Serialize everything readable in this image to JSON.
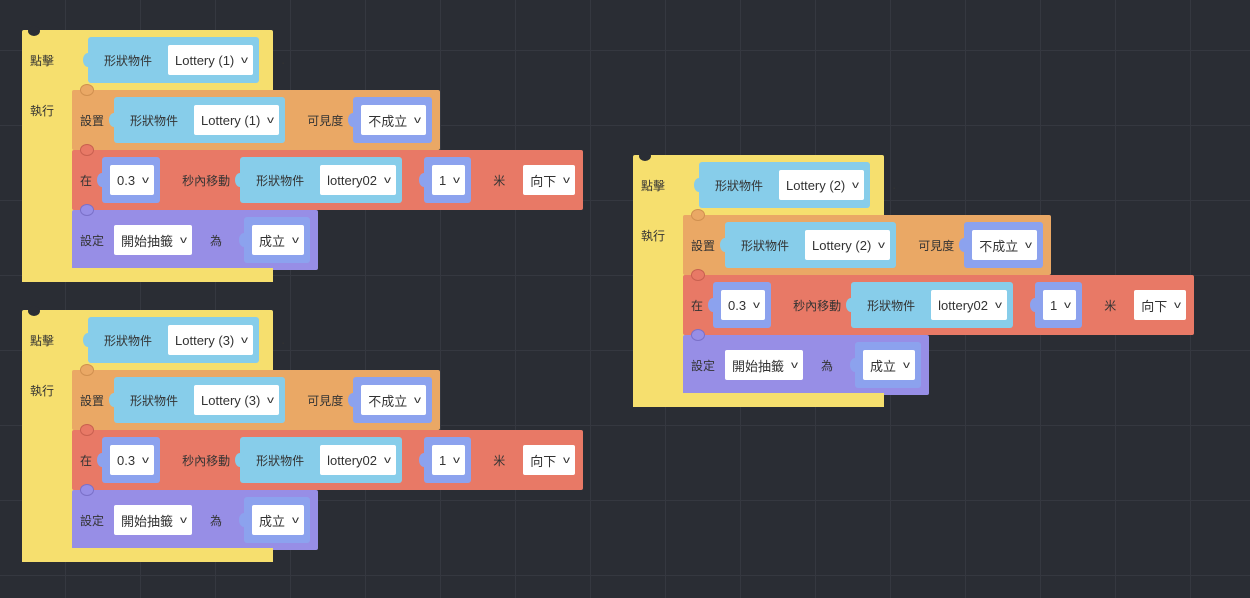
{
  "groups": [
    {
      "event_label": "點擊",
      "shape_label": "形狀物件",
      "target": "Lottery (1)",
      "dot": ".",
      "exec_label": "執行",
      "set_visibility": {
        "label": "設置",
        "shape_label": "形狀物件",
        "target": "Lottery (1)",
        "prop_label": "可見度",
        "value": "不成立"
      },
      "move": {
        "label": "在",
        "seconds": "0.3",
        "action_label": "秒內移動",
        "shape_label": "形狀物件",
        "target": "lottery02",
        "distance": "1",
        "unit_label": "米",
        "direction": "向下"
      },
      "set_var": {
        "label": "設定",
        "variable": "開始抽籤",
        "as_label": "為",
        "value": "成立"
      }
    },
    {
      "event_label": "點擊",
      "shape_label": "形狀物件",
      "target": "Lottery (3)",
      "dot": ".",
      "exec_label": "執行",
      "set_visibility": {
        "label": "設置",
        "shape_label": "形狀物件",
        "target": "Lottery (3)",
        "prop_label": "可見度",
        "value": "不成立"
      },
      "move": {
        "label": "在",
        "seconds": "0.3",
        "action_label": "秒內移動",
        "shape_label": "形狀物件",
        "target": "lottery02",
        "distance": "1",
        "unit_label": "米",
        "direction": "向下"
      },
      "set_var": {
        "label": "設定",
        "variable": "開始抽籤",
        "as_label": "為",
        "value": "成立"
      }
    },
    {
      "event_label": "點擊",
      "shape_label": "形狀物件",
      "target": "Lottery (2)",
      "dot": ".",
      "exec_label": "執行",
      "set_visibility": {
        "label": "設置",
        "shape_label": "形狀物件",
        "target": "Lottery (2)",
        "prop_label": "可見度",
        "value": "不成立"
      },
      "move": {
        "label": "在",
        "seconds": "0.3",
        "action_label": "秒內移動",
        "shape_label": "形狀物件",
        "target": "lottery02",
        "distance": "1",
        "unit_label": "米",
        "direction": "向下"
      },
      "set_var": {
        "label": "設定",
        "variable": "開始抽籤",
        "as_label": "為",
        "value": "成立"
      }
    }
  ]
}
